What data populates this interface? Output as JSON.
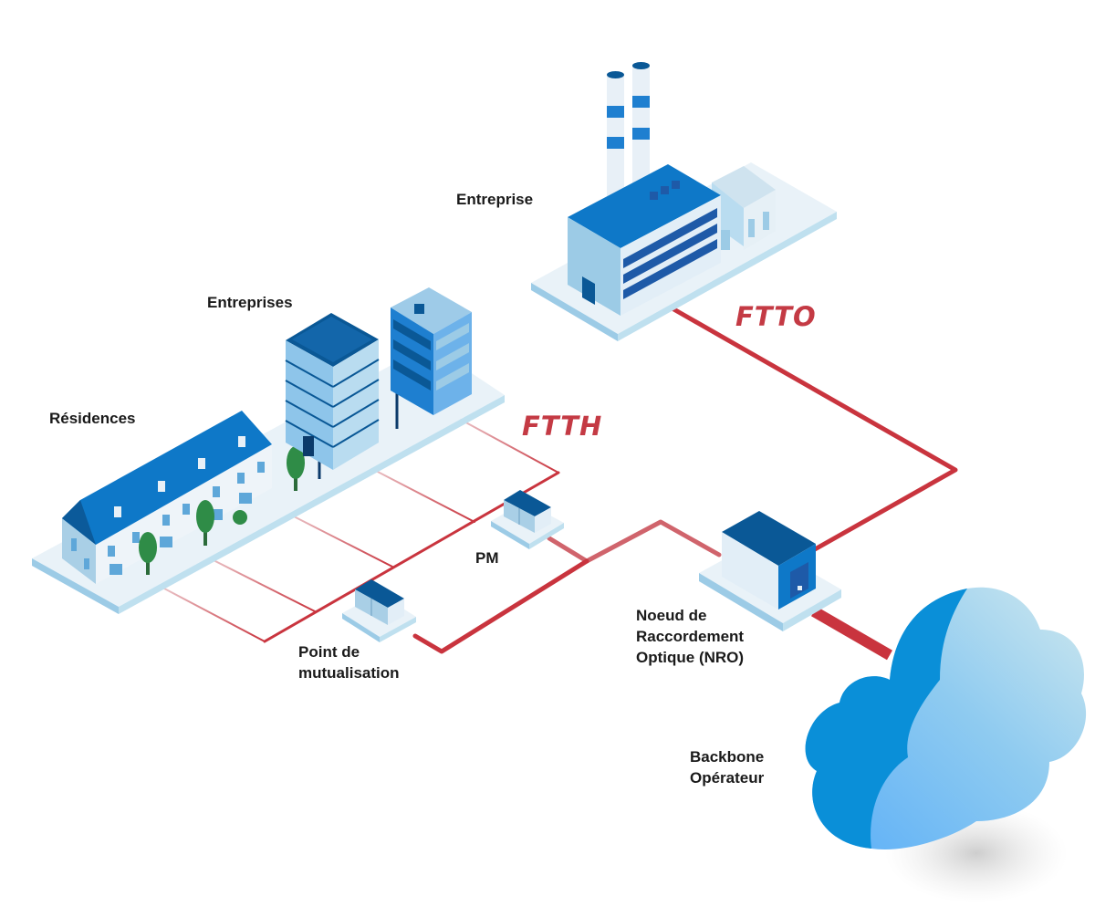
{
  "colors": {
    "fiber": "#c9343e",
    "fiber_light": "#dc9aa0",
    "label_accent": "#c43a44",
    "blue_dark": "#0a5896",
    "blue_mid": "#1e7fd0",
    "blue_light": "#9ccbe6",
    "platform": "#e9f2f8"
  },
  "labels": {
    "entreprise": "Entreprise",
    "entreprises": "Entreprises",
    "residences": "Résidences",
    "ftth": "FTTH",
    "ftto": "FTTO",
    "pm": "PM",
    "point_mutualisation": [
      "Point de",
      "mutualisation"
    ],
    "nro": [
      "Noeud de",
      "Raccordement",
      "Optique (NRO)"
    ],
    "backbone": [
      "Backbone",
      "Opérateur"
    ]
  }
}
